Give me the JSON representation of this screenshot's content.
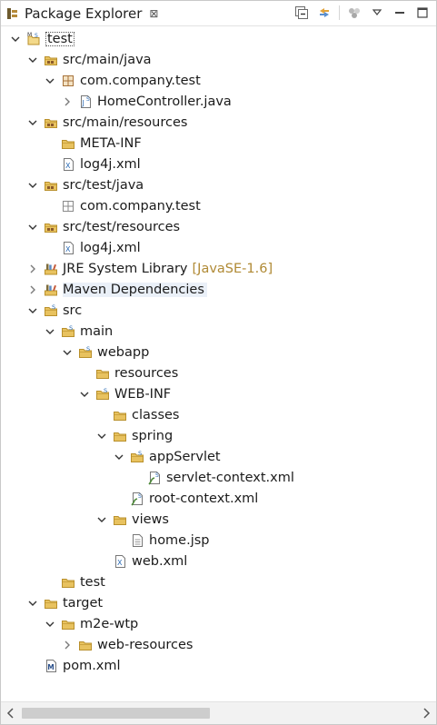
{
  "view": {
    "title": "Package Explorer",
    "close_glyph": "⊠",
    "toolbar": [
      "collapse-all-icon",
      "link-with-editor-icon",
      "focus-task-icon",
      "view-menu-icon",
      "minimize-icon",
      "maximize-icon"
    ]
  },
  "tree": [
    {
      "label": "test",
      "icon": "maven-project-icon",
      "level": 0,
      "toggle": "expanded"
    },
    {
      "label": "src/main/java",
      "icon": "source-folder-icon",
      "level": 1,
      "toggle": "expanded"
    },
    {
      "label": "com.company.test",
      "icon": "package-icon",
      "level": 2,
      "toggle": "expanded"
    },
    {
      "label": "HomeController.java",
      "icon": "java-file-icon",
      "level": 3,
      "toggle": "collapsed"
    },
    {
      "label": "src/main/resources",
      "icon": "source-folder-icon",
      "level": 1,
      "toggle": "expanded"
    },
    {
      "label": "META-INF",
      "icon": "folder-icon",
      "level": 2,
      "toggle": "none"
    },
    {
      "label": "log4j.xml",
      "icon": "xml-file-icon",
      "level": 2,
      "toggle": "none"
    },
    {
      "label": "src/test/java",
      "icon": "source-folder-icon",
      "level": 1,
      "toggle": "expanded"
    },
    {
      "label": "com.company.test",
      "icon": "empty-package-icon",
      "level": 2,
      "toggle": "none"
    },
    {
      "label": "src/test/resources",
      "icon": "source-folder-icon",
      "level": 1,
      "toggle": "expanded"
    },
    {
      "label": "log4j.xml",
      "icon": "xml-file-icon",
      "level": 2,
      "toggle": "none"
    },
    {
      "label": "JRE System Library",
      "icon": "library-icon",
      "level": 1,
      "toggle": "collapsed",
      "decoration": "[JavaSE-1.6]"
    },
    {
      "label": "Maven Dependencies",
      "icon": "library-icon",
      "level": 1,
      "toggle": "collapsed",
      "selected": true
    },
    {
      "label": "src",
      "icon": "spring-folder-icon",
      "level": 1,
      "toggle": "expanded"
    },
    {
      "label": "main",
      "icon": "spring-folder-icon",
      "level": 2,
      "toggle": "expanded"
    },
    {
      "label": "webapp",
      "icon": "spring-folder-icon",
      "level": 3,
      "toggle": "expanded"
    },
    {
      "label": "resources",
      "icon": "folder-icon",
      "level": 4,
      "toggle": "none"
    },
    {
      "label": "WEB-INF",
      "icon": "spring-folder-icon",
      "level": 4,
      "toggle": "expanded"
    },
    {
      "label": "classes",
      "icon": "folder-icon",
      "level": 5,
      "toggle": "none"
    },
    {
      "label": "spring",
      "icon": "folder-icon",
      "level": 5,
      "toggle": "expanded"
    },
    {
      "label": "appServlet",
      "icon": "spring-folder-icon",
      "level": 6,
      "toggle": "expanded"
    },
    {
      "label": "servlet-context.xml",
      "icon": "spring-config-icon",
      "level": 7,
      "toggle": "none"
    },
    {
      "label": "root-context.xml",
      "icon": "spring-config-icon",
      "level": 6,
      "toggle": "none"
    },
    {
      "label": "views",
      "icon": "folder-icon",
      "level": 5,
      "toggle": "expanded"
    },
    {
      "label": "home.jsp",
      "icon": "jsp-file-icon",
      "level": 6,
      "toggle": "none"
    },
    {
      "label": "web.xml",
      "icon": "xml-file-icon",
      "level": 5,
      "toggle": "none"
    },
    {
      "label": "test",
      "icon": "folder-icon",
      "level": 2,
      "toggle": "none"
    },
    {
      "label": "target",
      "icon": "folder-icon",
      "level": 1,
      "toggle": "expanded"
    },
    {
      "label": "m2e-wtp",
      "icon": "folder-icon",
      "level": 2,
      "toggle": "expanded"
    },
    {
      "label": "web-resources",
      "icon": "folder-icon",
      "level": 3,
      "toggle": "collapsed"
    },
    {
      "label": "pom.xml",
      "icon": "maven-pom-icon",
      "level": 1,
      "toggle": "none"
    }
  ],
  "colors": {
    "folder": "#e8c25f",
    "folder_dark": "#b9902c",
    "library": "#7d6b3a",
    "package": "#a7723a",
    "selection": "#eaf0f8",
    "decoration": "#b08a35"
  }
}
